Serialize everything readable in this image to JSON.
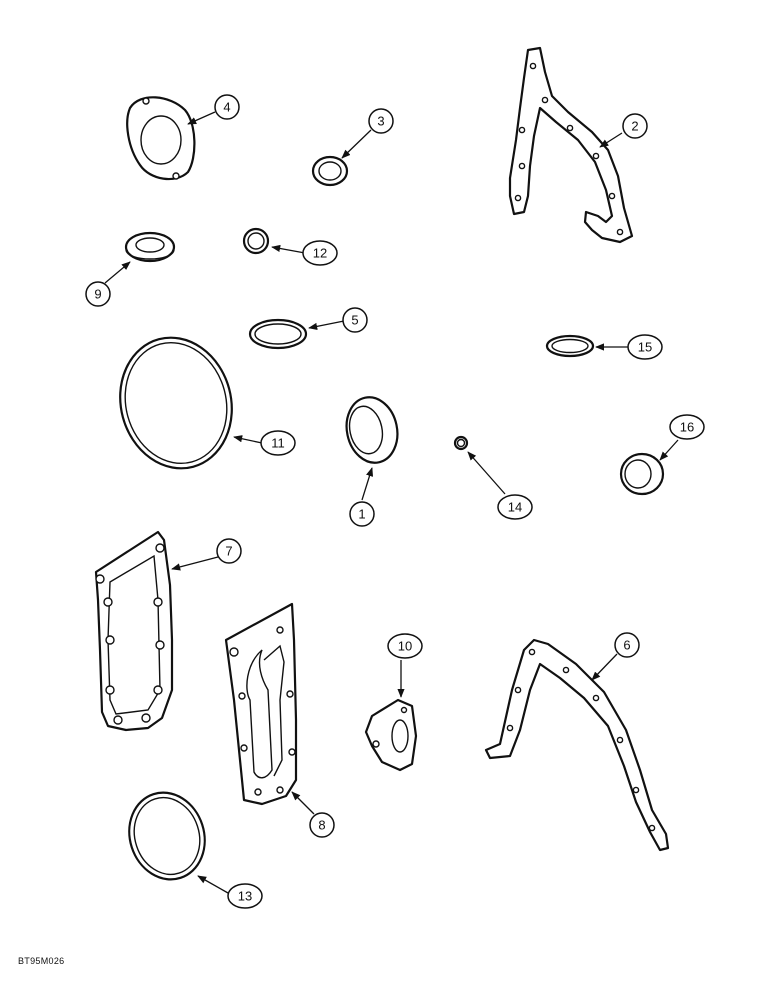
{
  "figure": {
    "reference_code": "BT95M026"
  },
  "callouts": [
    {
      "id": "c1",
      "label": "1"
    },
    {
      "id": "c2",
      "label": "2"
    },
    {
      "id": "c3",
      "label": "3"
    },
    {
      "id": "c4",
      "label": "4"
    },
    {
      "id": "c5",
      "label": "5"
    },
    {
      "id": "c6",
      "label": "6"
    },
    {
      "id": "c7",
      "label": "7"
    },
    {
      "id": "c8",
      "label": "8"
    },
    {
      "id": "c9",
      "label": "9"
    },
    {
      "id": "c10",
      "label": "10"
    },
    {
      "id": "c11",
      "label": "11"
    },
    {
      "id": "c12",
      "label": "12"
    },
    {
      "id": "c13",
      "label": "13"
    },
    {
      "id": "c14",
      "label": "14"
    },
    {
      "id": "c15",
      "label": "15"
    },
    {
      "id": "c16",
      "label": "16"
    }
  ]
}
